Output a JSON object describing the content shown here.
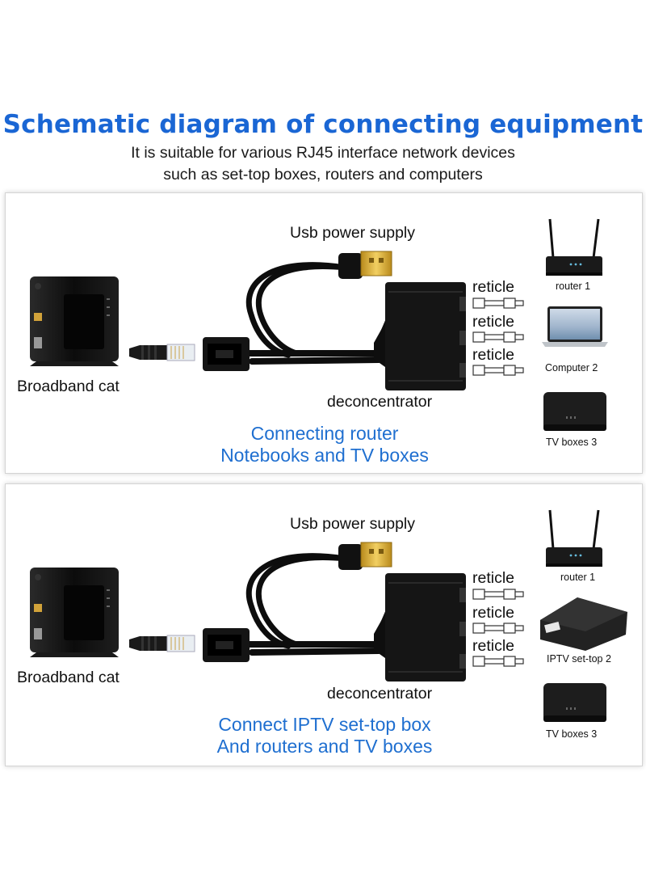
{
  "header": {
    "title": "Schematic diagram of connecting equipment",
    "subtitle_line1": "It is suitable for various RJ45 interface network devices",
    "subtitle_line2": "such as set-top boxes, routers and computers"
  },
  "panels": [
    {
      "usb_label": "Usb power supply",
      "source_label": "Broadband cat",
      "splitter_label": "deconcentrator",
      "cable_labels": [
        "reticle",
        "reticle",
        "reticle"
      ],
      "device_labels": [
        "router 1",
        "Computer 2",
        "TV boxes 3"
      ],
      "caption_line1": "Connecting router",
      "caption_line2": "Notebooks and TV boxes"
    },
    {
      "usb_label": "Usb power supply",
      "source_label": "Broadband cat",
      "splitter_label": "deconcentrator",
      "cable_labels": [
        "reticle",
        "reticle",
        "reticle"
      ],
      "device_labels": [
        "router 1",
        "IPTV set-top 2",
        "TV boxes 3"
      ],
      "caption_line1": "Connect IPTV set-top box",
      "caption_line2": "And routers and TV boxes"
    }
  ],
  "colors": {
    "title": "#1a66d4",
    "caption": "#1f6fd0",
    "device_body": "#141414",
    "usb_gold": "#d9a92b"
  },
  "icons": [
    "modem-icon",
    "rj45-plug-icon",
    "usb-plug-icon",
    "splitter-hub-icon",
    "cable-icon",
    "router-icon",
    "laptop-icon",
    "tv-box-icon",
    "set-top-box-icon"
  ]
}
